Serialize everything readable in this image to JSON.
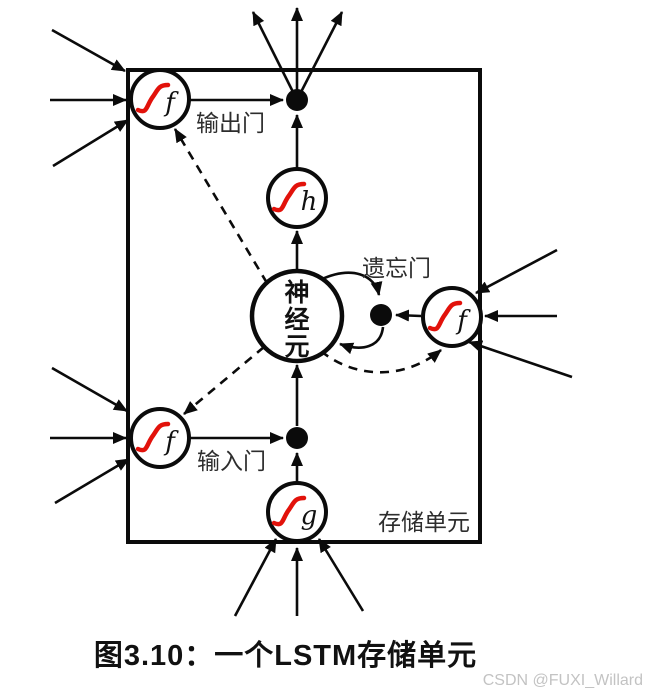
{
  "figure": {
    "caption": "图3.10：一个LSTM存储单元",
    "watermark": "CSDN @FUXI_Willard"
  },
  "diagram": {
    "cell_label": "存储单元",
    "neuron": {
      "chars": [
        "神",
        "经",
        "元"
      ]
    },
    "gates": {
      "output": {
        "label": "输出门",
        "symbol": "f"
      },
      "forget": {
        "label": "遗忘门",
        "symbol": "f"
      },
      "input": {
        "label": "输入门",
        "symbol": "f"
      },
      "input_activation": {
        "symbol": "g"
      },
      "output_activation": {
        "symbol": "h"
      }
    },
    "colors": {
      "sigmoid_red": "#e2120b",
      "line_black": "#0b0b0b",
      "watermark_gray": "#c3c3c3"
    }
  }
}
